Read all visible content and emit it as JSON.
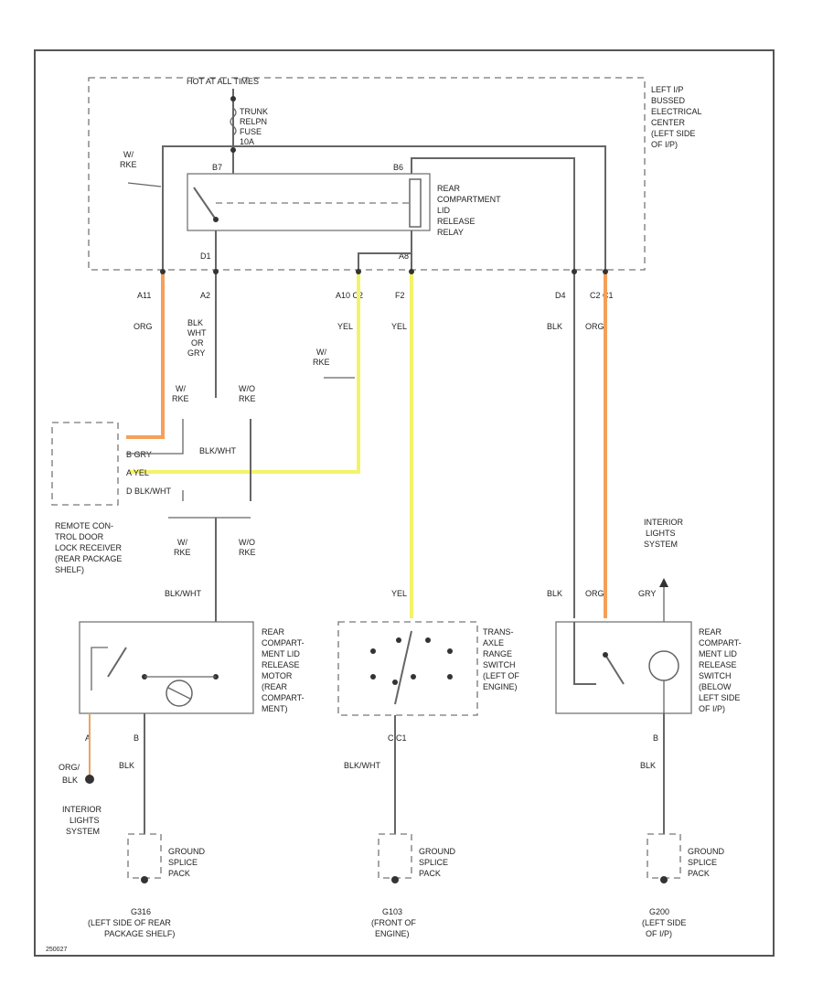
{
  "labels": {
    "hot_at_all_times": "HOT AT ALL TIMES",
    "fuse_line1": "TRUNK",
    "fuse_line2": "RELPN",
    "fuse_line3": "FUSE",
    "fuse_line4": "10A",
    "center_line1": "LEFT I/P",
    "center_line2": "BUSSED",
    "center_line3": "ELECTRICAL",
    "center_line4": "CENTER",
    "center_line5": "(LEFT SIDE",
    "center_line6": "OF I/P)",
    "relay_line1": "REAR",
    "relay_line2": "COMPARTMENT",
    "relay_line3": "LID",
    "relay_line4": "RELEASE",
    "relay_line5": "RELAY",
    "w_rke_1a": "W/",
    "w_rke_1b": "RKE",
    "w_rke_2a": "W/",
    "w_rke_2b": "RKE",
    "w_rke_3a": "W/",
    "w_rke_3b": "RKE",
    "w_rke_4a": "W/",
    "w_rke_4b": "RKE",
    "wo_rke_1a": "W/O",
    "wo_rke_1b": "RKE",
    "wo_rke_2a": "W/O",
    "wo_rke_2b": "RKE",
    "pin_b7": "B7",
    "pin_b6": "B6",
    "pin_d1": "D1",
    "pin_a8": "A8",
    "pin_a11": "A11",
    "pin_a2": "A2",
    "pin_a10c2": "A10 C2",
    "pin_f2": "F2",
    "pin_d4": "D4",
    "pin_c2c1": "C2 C1",
    "wire_org_1": "ORG",
    "wire_blk_wht_gry_1": "BLK",
    "wire_blk_wht_gry_2": "WHT",
    "wire_blk_wht_gry_3": "OR",
    "wire_blk_wht_gry_4": "GRY",
    "wire_yel_1": "YEL",
    "wire_yel_2": "YEL",
    "wire_blk_1": "BLK",
    "wire_org_2": "ORG",
    "recv_pin1": "B  GRY",
    "recv_pin2": "A  YEL",
    "recv_pin3": "D  BLK/WHT",
    "blkwht_mid": "BLK/WHT",
    "receiver_line1": "REMOTE CON-",
    "receiver_line2": "TROL DOOR",
    "receiver_line3": "LOCK RECEIVER",
    "receiver_line4": "(REAR PACKAGE",
    "receiver_line5": "SHELF)",
    "wire_blkwht_motor": "BLK/WHT",
    "wire_yel_trans": "YEL",
    "wire_blk_sw": "BLK",
    "wire_org_sw": "ORG",
    "wire_gry_sw": "GRY",
    "interior_top_line1": "INTERIOR",
    "interior_top_line2": "LIGHTS",
    "interior_top_line3": "SYSTEM",
    "motor_line1": "REAR",
    "motor_line2": "COMPART-",
    "motor_line3": "MENT LID",
    "motor_line4": "RELEASE",
    "motor_line5": "MOTOR",
    "motor_line6": "(REAR",
    "motor_line7": "COMPART-",
    "motor_line8": "MENT)",
    "trans_line1": "TRANS-",
    "trans_line2": "AXLE",
    "trans_line3": "RANGE",
    "trans_line4": "SWITCH",
    "trans_line5": "(LEFT OF",
    "trans_line6": "ENGINE)",
    "sw_line1": "REAR",
    "sw_line2": "COMPART-",
    "sw_line3": "MENT LID",
    "sw_line4": "RELEASE",
    "sw_line5": "SWITCH",
    "sw_line6": "(BELOW",
    "sw_line7": "LEFT SIDE",
    "sw_line8": "OF I/P)",
    "pin_motor_a": "A",
    "pin_motor_b": "B",
    "pin_trans_c1": "C C1",
    "pin_sw_b": "B",
    "wire_org_blk_1": "ORG/",
    "wire_org_blk_2": "BLK",
    "wire_blk_motor": "BLK",
    "wire_blkwht_trans": "BLK/WHT",
    "wire_blk_sw2": "BLK",
    "interior_bot_line1": "INTERIOR",
    "interior_bot_line2": "LIGHTS",
    "interior_bot_line3": "SYSTEM",
    "gsp_1a": "GROUND",
    "gsp_1b": "SPLICE",
    "gsp_1c": "PACK",
    "gsp_2a": "GROUND",
    "gsp_2b": "SPLICE",
    "gsp_2c": "PACK",
    "gsp_3a": "GROUND",
    "gsp_3b": "SPLICE",
    "gsp_3c": "PACK",
    "g1_line1": "G316",
    "g1_line2": "(LEFT SIDE OF REAR",
    "g1_line3": "PACKAGE SHELF)",
    "g2_line1": "G103",
    "g2_line2": "(FRONT OF",
    "g2_line3": "ENGINE)",
    "g3_line1": "G200",
    "g3_line2": "(LEFT SIDE",
    "g3_line3": "OF I/P)",
    "figure_id": "250027"
  },
  "colors": {
    "wire": "#666666",
    "org_wire": "#f5a05a",
    "yel_wire": "#f3f36a",
    "frame": "#555555"
  }
}
